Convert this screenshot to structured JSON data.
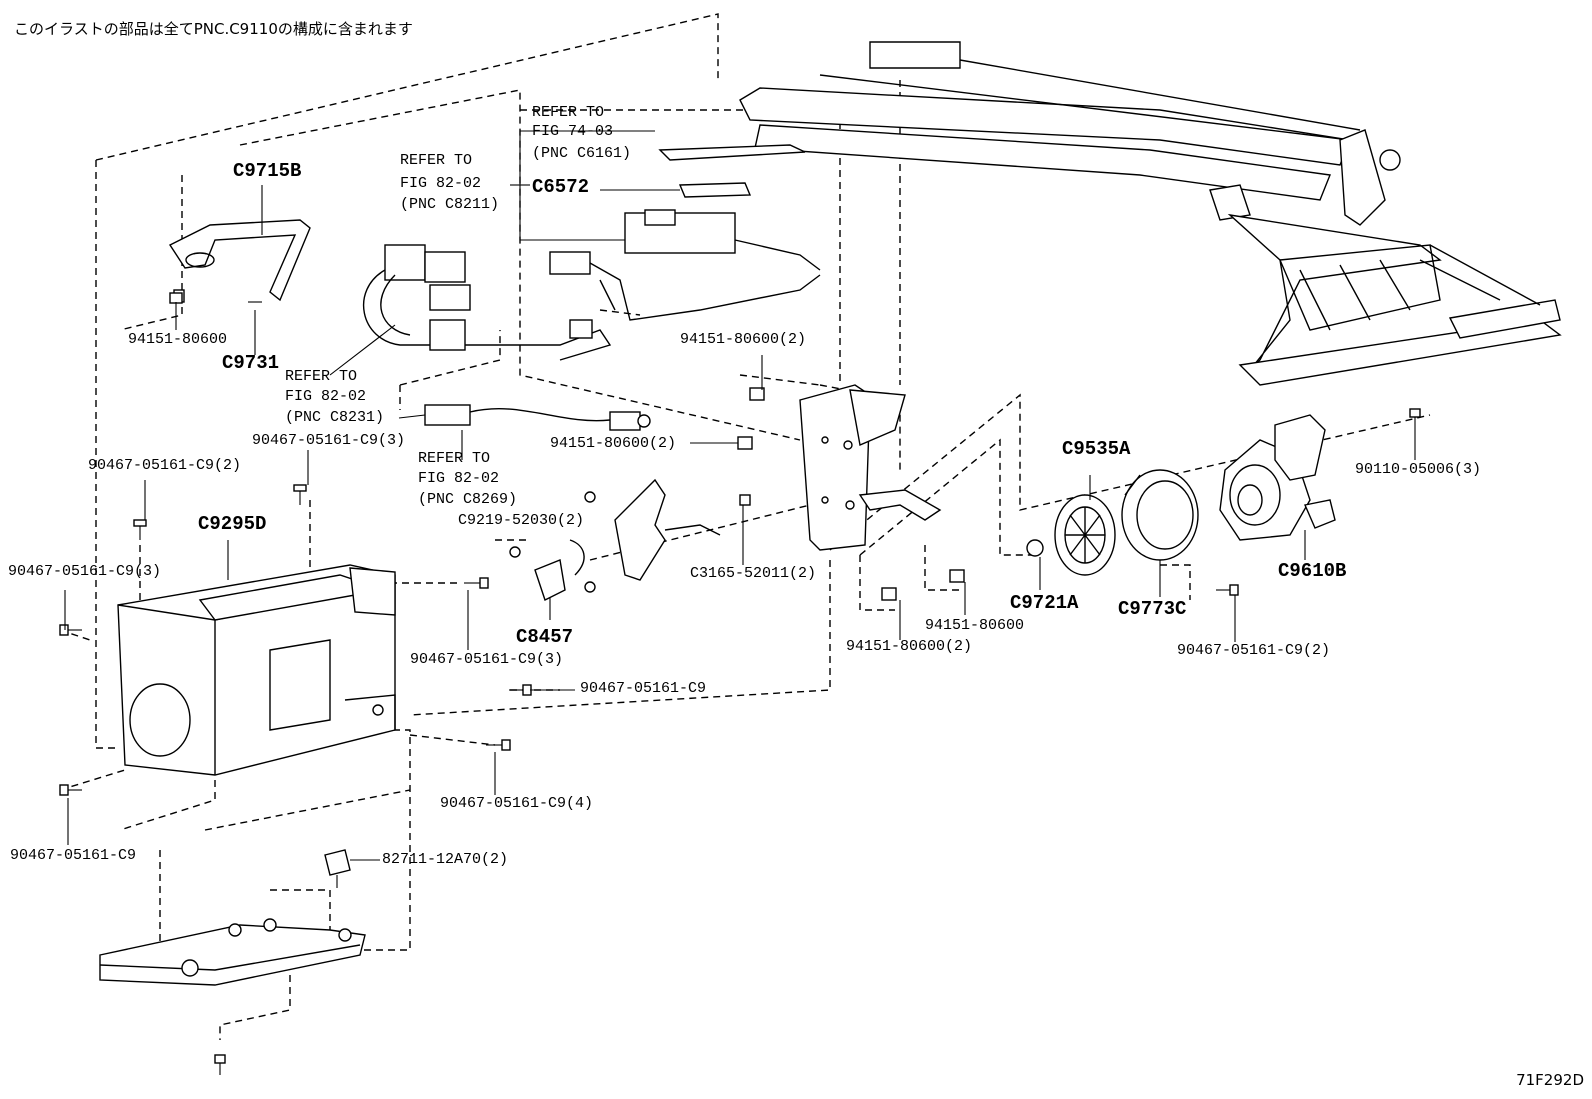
{
  "header_note": "このイラストの部品は全てPNC.C9110の構成に含まれます",
  "illustration_code": "71F292D",
  "labels": {
    "c9715b": "C9715B",
    "c9731": "C9731",
    "p94151_80600_a": "94151-80600",
    "refer_74_03_a": "REFER TO",
    "refer_74_03_b": "FIG 74-03",
    "refer_74_03_c": "(PNC C6161)",
    "refer_82_02_a1": "REFER TO",
    "refer_82_02_a2": "FIG 82-02",
    "refer_82_02_a3": "(PNC C8211)",
    "c6572": "C6572",
    "refer_8231_1": "REFER TO",
    "refer_8231_2": "FIG 82-02",
    "refer_8231_3": "(PNC C8231)",
    "p90467_c9_3_top": "90467-05161-C9(3)",
    "refer_8269_1": "REFER TO",
    "refer_8269_2": "FIG 82-02",
    "refer_8269_3": "(PNC C8269)",
    "p94151_80600_2_a": "94151-80600(2)",
    "p94151_80600_2_b": "94151-80600(2)",
    "p90467_c9_2_left": "90467-05161-C9(2)",
    "c9295d": "C9295D",
    "p90467_c9_3_left": "90467-05161-C9(3)",
    "c9219": "C9219-52030(2)",
    "c3165": "C3165-52011(2)",
    "c8457": "C8457",
    "p90467_c9_3_mid": "90467-05161-C9(3)",
    "p90467_c9_mid": "90467-05161-C9",
    "p90467_c9_4": "90467-05161-C9(4)",
    "p90467_c9_bottom": "90467-05161-C9",
    "p82711": "82711-12A70(2)",
    "p94151_80600_2_c": "94151-80600(2)",
    "p94151_80600_b": "94151-80600",
    "c9535a": "C9535A",
    "c9721a": "C9721A",
    "c9773c": "C9773C",
    "c9610b": "C9610B",
    "p90110": "90110-05006(3)",
    "p90467_c9_2_right": "90467-05161-C9(2)"
  }
}
